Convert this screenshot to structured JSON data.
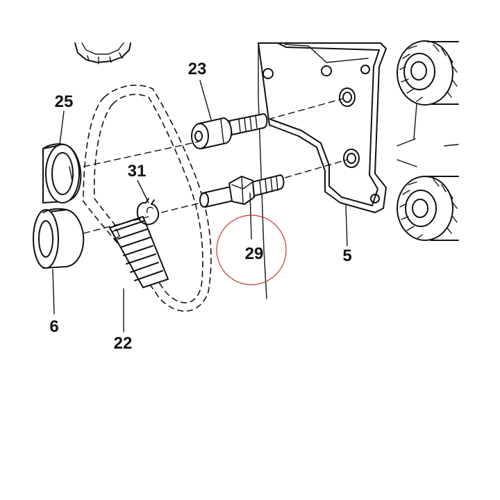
{
  "labels": {
    "l23": "23",
    "l25": "25",
    "l31": "31",
    "l29": "29",
    "l5": "5",
    "l6": "6",
    "l22": "22"
  },
  "highlight": {
    "target": "29",
    "color": "#c0392b"
  }
}
